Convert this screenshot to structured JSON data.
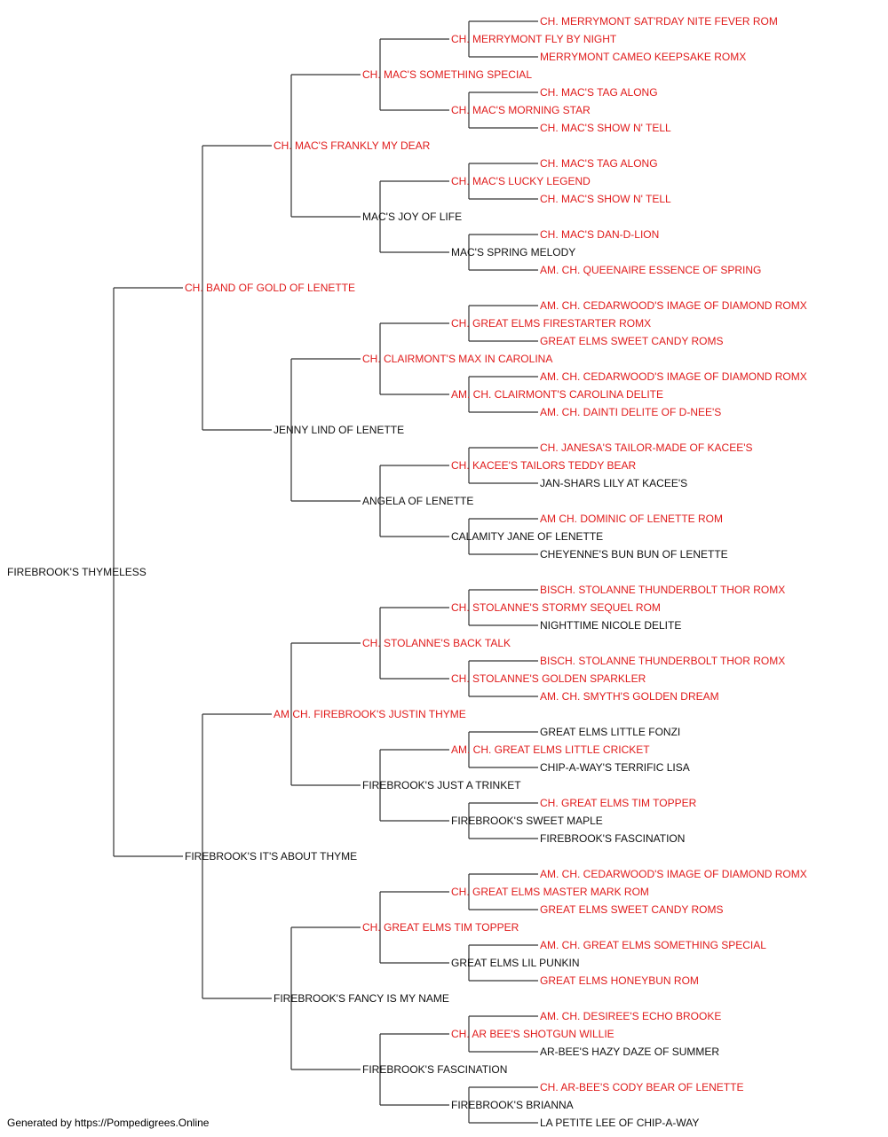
{
  "colors": {
    "champion": "#e01b1b",
    "regular": "#111111",
    "line": "#333333"
  },
  "tree": {
    "name": "FIREBROOK'S THYMELESS",
    "ch": false,
    "sire": {
      "name": "CH. BAND OF GOLD OF LENETTE",
      "ch": true,
      "sire": {
        "name": "CH. MAC'S FRANKLY MY DEAR",
        "ch": true,
        "sire": {
          "name": "CH. MAC'S SOMETHING SPECIAL",
          "ch": true,
          "sire": {
            "name": "CH. MERRYMONT FLY BY NIGHT",
            "ch": true,
            "sire": {
              "name": "CH. MERRYMONT SAT'RDAY NITE FEVER ROM",
              "ch": true
            },
            "dam": {
              "name": "MERRYMONT CAMEO KEEPSAKE ROMX",
              "ch": true
            }
          },
          "dam": {
            "name": "CH. MAC'S MORNING STAR",
            "ch": true,
            "sire": {
              "name": "CH. MAC'S TAG ALONG",
              "ch": true
            },
            "dam": {
              "name": "CH. MAC'S SHOW N' TELL",
              "ch": true
            }
          }
        },
        "dam": {
          "name": "MAC'S JOY OF LIFE",
          "ch": false,
          "sire": {
            "name": "CH. MAC'S LUCKY LEGEND",
            "ch": true,
            "sire": {
              "name": "CH. MAC'S TAG ALONG",
              "ch": true
            },
            "dam": {
              "name": "CH. MAC'S SHOW N' TELL",
              "ch": true
            }
          },
          "dam": {
            "name": "MAC'S SPRING MELODY",
            "ch": false,
            "sire": {
              "name": "CH. MAC'S DAN-D-LION",
              "ch": true
            },
            "dam": {
              "name": "AM. CH. QUEENAIRE ESSENCE OF SPRING",
              "ch": true
            }
          }
        }
      },
      "dam": {
        "name": "JENNY LIND OF LENETTE",
        "ch": false,
        "sire": {
          "name": "CH. CLAIRMONT'S MAX IN CAROLINA",
          "ch": true,
          "sire": {
            "name": "CH. GREAT ELMS FIRESTARTER ROMX",
            "ch": true,
            "sire": {
              "name": "AM. CH. CEDARWOOD'S IMAGE OF DIAMOND ROMX",
              "ch": true
            },
            "dam": {
              "name": "GREAT ELMS SWEET CANDY ROMS",
              "ch": true
            }
          },
          "dam": {
            "name": "AM. CH. CLAIRMONT'S CAROLINA DELITE",
            "ch": true,
            "sire": {
              "name": "AM. CH. CEDARWOOD'S IMAGE OF DIAMOND ROMX",
              "ch": true
            },
            "dam": {
              "name": "AM. CH. DAINTI DELITE OF D-NEE'S",
              "ch": true
            }
          }
        },
        "dam": {
          "name": "ANGELA OF LENETTE",
          "ch": false,
          "sire": {
            "name": "CH. KACEE'S TAILORS TEDDY BEAR",
            "ch": true,
            "sire": {
              "name": "CH. JANESA'S TAILOR-MADE OF KACEE'S",
              "ch": true
            },
            "dam": {
              "name": "JAN-SHARS LILY AT KACEE'S",
              "ch": false
            }
          },
          "dam": {
            "name": "CALAMITY JANE OF LENETTE",
            "ch": false,
            "sire": {
              "name": "AM CH. DOMINIC OF LENETTE ROM",
              "ch": true
            },
            "dam": {
              "name": "CHEYENNE'S BUN BUN OF LENETTE",
              "ch": false
            }
          }
        }
      }
    },
    "dam": {
      "name": "FIREBROOK'S IT'S ABOUT THYME",
      "ch": false,
      "sire": {
        "name": "AM CH. FIREBROOK'S JUSTIN THYME",
        "ch": true,
        "sire": {
          "name": "CH. STOLANNE'S BACK TALK",
          "ch": true,
          "sire": {
            "name": "CH. STOLANNE'S STORMY SEQUEL ROM",
            "ch": true,
            "sire": {
              "name": "BISCH. STOLANNE THUNDERBOLT THOR ROMX",
              "ch": true
            },
            "dam": {
              "name": "NIGHTTIME NICOLE DELITE",
              "ch": false
            }
          },
          "dam": {
            "name": "CH. STOLANNE'S GOLDEN SPARKLER",
            "ch": true,
            "sire": {
              "name": "BISCH. STOLANNE THUNDERBOLT THOR ROMX",
              "ch": true
            },
            "dam": {
              "name": "AM. CH. SMYTH'S GOLDEN DREAM",
              "ch": true
            }
          }
        },
        "dam": {
          "name": "FIREBROOK'S JUST A TRINKET",
          "ch": false,
          "sire": {
            "name": "AM. CH. GREAT ELMS LITTLE CRICKET",
            "ch": true,
            "sire": {
              "name": "GREAT ELMS LITTLE FONZI",
              "ch": false
            },
            "dam": {
              "name": "CHIP-A-WAY'S TERRIFIC LISA",
              "ch": false
            }
          },
          "dam": {
            "name": "FIREBROOK'S SWEET MAPLE",
            "ch": false,
            "sire": {
              "name": "CH. GREAT ELMS TIM TOPPER",
              "ch": true
            },
            "dam": {
              "name": "FIREBROOK'S FASCINATION",
              "ch": false
            }
          }
        }
      },
      "dam": {
        "name": "FIREBROOK'S FANCY IS MY NAME",
        "ch": false,
        "sire": {
          "name": "CH. GREAT ELMS TIM TOPPER",
          "ch": true,
          "sire": {
            "name": "CH. GREAT ELMS MASTER MARK ROM",
            "ch": true,
            "sire": {
              "name": "AM. CH. CEDARWOOD'S IMAGE OF DIAMOND ROMX",
              "ch": true
            },
            "dam": {
              "name": "GREAT ELMS SWEET CANDY ROMS",
              "ch": true
            }
          },
          "dam": {
            "name": "GREAT ELMS LIL PUNKIN",
            "ch": false,
            "sire": {
              "name": "AM. CH. GREAT ELMS SOMETHING SPECIAL",
              "ch": true
            },
            "dam": {
              "name": "GREAT ELMS HONEYBUN ROM",
              "ch": true
            }
          }
        },
        "dam": {
          "name": "FIREBROOK'S FASCINATION",
          "ch": false,
          "sire": {
            "name": "CH. AR BEE'S SHOTGUN WILLIE",
            "ch": true,
            "sire": {
              "name": "AM. CH. DESIREE'S ECHO BROOKE",
              "ch": true
            },
            "dam": {
              "name": "AR-BEE'S HAZY DAZE OF SUMMER",
              "ch": false
            }
          },
          "dam": {
            "name": "FIREBROOK'S BRIANNA",
            "ch": false,
            "sire": {
              "name": "CH. AR-BEE'S CODY BEAR OF LENETTE",
              "ch": true
            },
            "dam": {
              "name": "LA PETITE LEE OF CHIP-A-WAY",
              "ch": false
            }
          }
        }
      }
    }
  },
  "footer": "Generated by https://Pompedigrees.Online"
}
